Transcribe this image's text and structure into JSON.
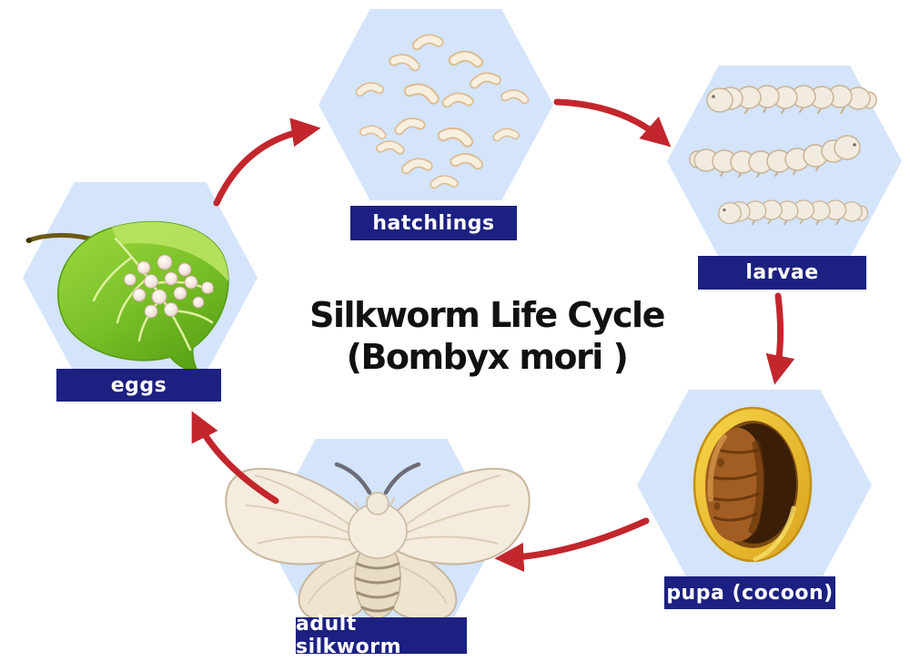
{
  "title": {
    "line1": "Silkworm Life Cycle",
    "line2": "(Bombyx mori )"
  },
  "stages": [
    {
      "name": "eggs",
      "label": "eggs",
      "illustration": "eggs-on-leaf"
    },
    {
      "name": "hatchlings",
      "label": "hatchlings",
      "illustration": "hatchling-worms"
    },
    {
      "name": "larvae",
      "label": "larvae",
      "illustration": "larvae-caterpillars"
    },
    {
      "name": "pupa",
      "label": "pupa (cocoon)",
      "illustration": "pupa-in-golden-cocoon"
    },
    {
      "name": "adult",
      "label": "adult silkworm",
      "illustration": "adult-silkworm-moth"
    }
  ],
  "arrows": [
    {
      "from": "eggs",
      "to": "hatchlings"
    },
    {
      "from": "hatchlings",
      "to": "larvae"
    },
    {
      "from": "larvae",
      "to": "pupa (cocoon)"
    },
    {
      "from": "pupa (cocoon)",
      "to": "adult silkworm"
    },
    {
      "from": "adult silkworm",
      "to": "eggs"
    }
  ],
  "colors": {
    "background": "#ffffff",
    "hexagon_fill": "#d3e4fb",
    "label_background": "#1c2081",
    "label_text": "#ffffff",
    "arrow_red": "#c3262d",
    "title_text": "#111111"
  }
}
